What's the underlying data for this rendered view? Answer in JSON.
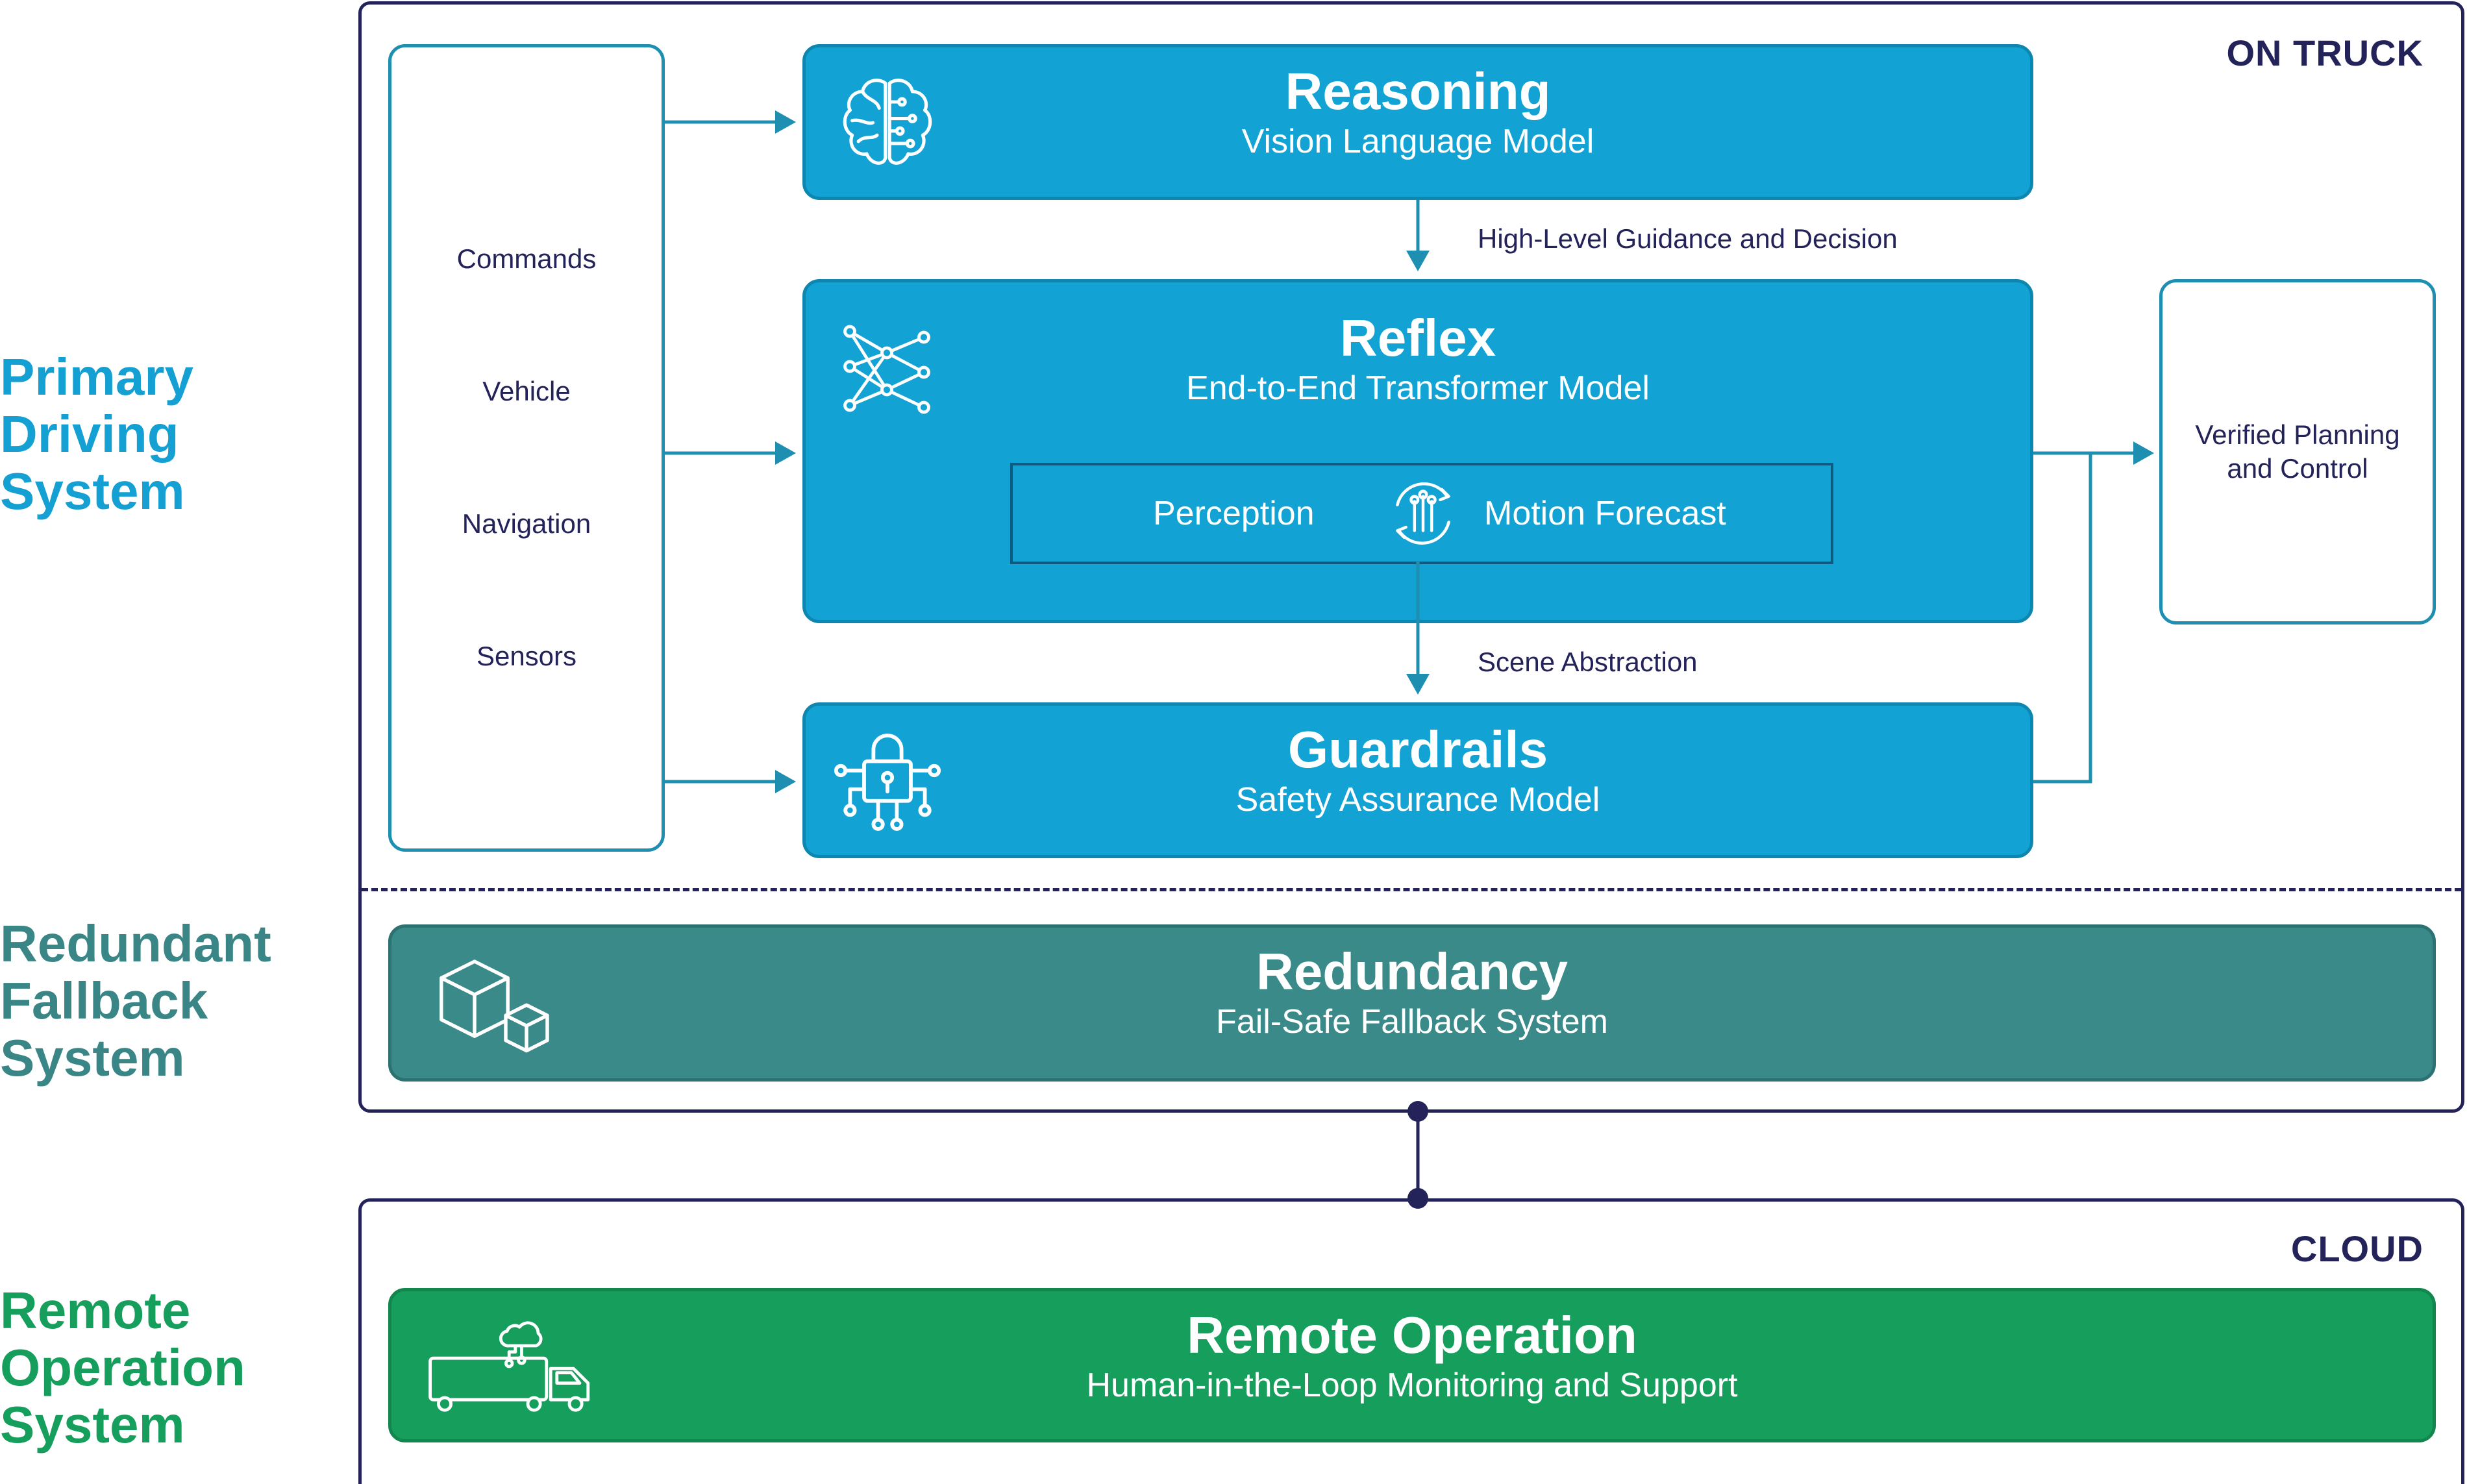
{
  "side_labels": {
    "primary": "Primary\nDriving\nSystem",
    "redundant": "Redundant\nFallback\nSystem",
    "remote": "Remote\nOperation\nSystem"
  },
  "on_truck_label": "ON TRUCK",
  "cloud_label": "CLOUD",
  "inputs": [
    "Commands",
    "Vehicle",
    "Navigation",
    "Sensors"
  ],
  "reasoning": {
    "title": "Reasoning",
    "subtitle": "Vision Language Model",
    "icon": "brain-icon"
  },
  "reflex": {
    "title": "Reflex",
    "subtitle": "End-to-End Transformer Model",
    "icon": "neural-network-icon",
    "perception": "Perception",
    "motion_forecast": "Motion Forecast",
    "cycle_icon": "cycle-circuit-icon"
  },
  "guardrails": {
    "title": "Guardrails",
    "subtitle": "Safety Assurance Model",
    "icon": "lock-circuit-icon"
  },
  "verified": "Verified Planning\nand Control",
  "edges": {
    "guidance": "High-Level Guidance and Decision",
    "scene": "Scene Abstraction"
  },
  "redundancy": {
    "title": "Redundancy",
    "subtitle": "Fail-Safe Fallback System",
    "icon": "cubes-icon"
  },
  "remote": {
    "title": "Remote Operation",
    "subtitle": "Human-in-the-Loop Monitoring and Support",
    "icon": "cloud-truck-icon"
  },
  "colors": {
    "primary": "#14a0d2",
    "redundant": "#3a8686",
    "remote": "#169e5c",
    "navy": "#232359",
    "arrow": "#1e8fb1"
  }
}
